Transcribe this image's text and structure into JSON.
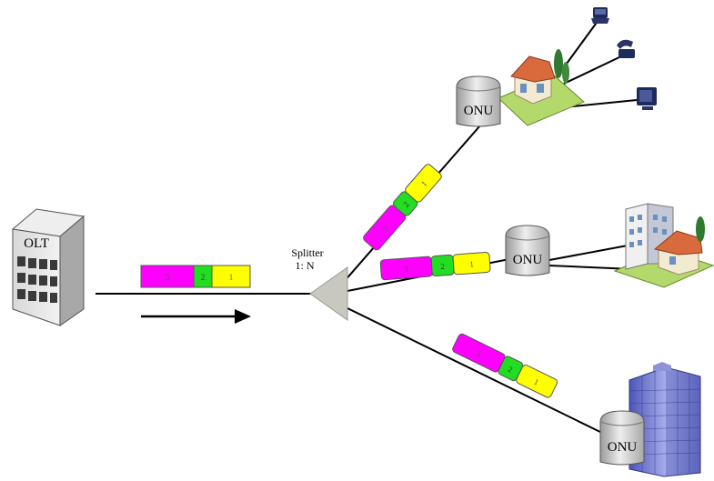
{
  "olt": {
    "label": "OLT"
  },
  "splitter": {
    "line1": "Splitter",
    "line2": "1: N"
  },
  "onus": [
    {
      "label": "ONU"
    },
    {
      "label": "ONU"
    },
    {
      "label": "ONU"
    }
  ],
  "frames": {
    "trunk": [
      "3",
      "2",
      "1"
    ],
    "branch_top": [
      "3",
      "2",
      "1"
    ],
    "branch_middle": [
      "3",
      "2",
      "1"
    ],
    "branch_bottom": [
      "3",
      "2",
      "1"
    ]
  },
  "colors": {
    "packet_3": "#ff00ff",
    "packet_2": "#22dd22",
    "packet_1": "#ffff00",
    "fiber": "#000000",
    "splitter": "#c8c8c0"
  },
  "direction": "downstream"
}
